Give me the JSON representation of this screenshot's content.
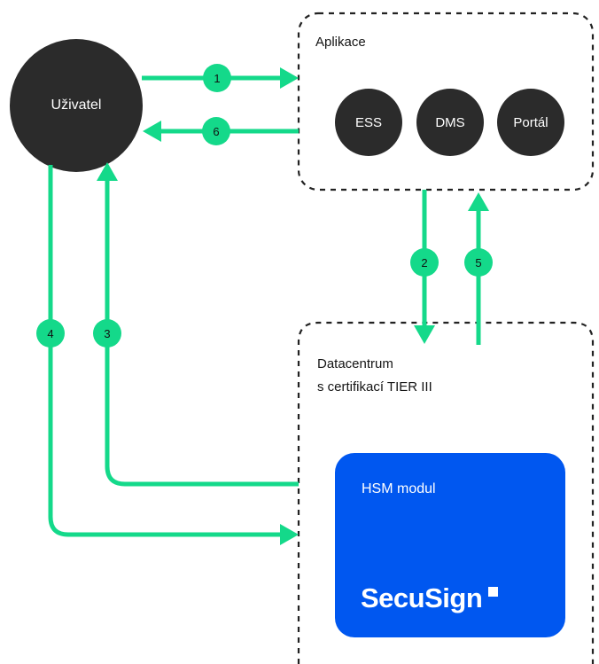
{
  "user": {
    "label": "Uživatel"
  },
  "aplikace": {
    "title": "Aplikace",
    "apps": [
      "ESS",
      "DMS",
      "Portál"
    ]
  },
  "datacentrum": {
    "title_line1": "Datacentrum",
    "title_line2": "s certifikací TIER III"
  },
  "hsm": {
    "label": "HSM modul",
    "brand": "SecuSign"
  },
  "steps": [
    "1",
    "2",
    "3",
    "4",
    "5",
    "6"
  ],
  "colors": {
    "accent": "#14d98a",
    "node": "#2b2b2b",
    "hsm": "#0057f0",
    "border": "#222222"
  }
}
